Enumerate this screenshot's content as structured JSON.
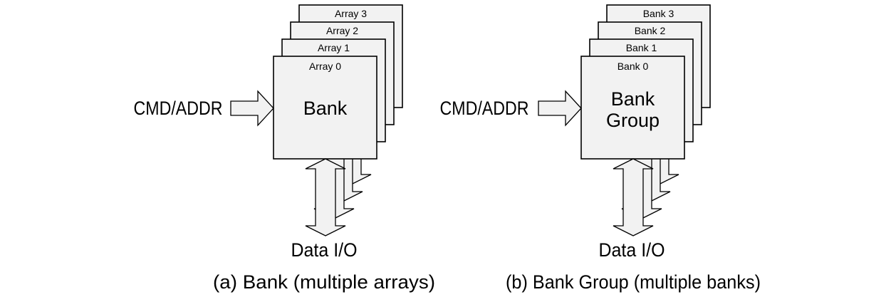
{
  "colors": {
    "background": "#ffffff",
    "shape_fill": "#f2f2f2",
    "shape_stroke": "#000000",
    "text": "#000000"
  },
  "diagram_a": {
    "stack_labels": [
      "Array 0",
      "Array 1",
      "Array 2",
      "Array 3"
    ],
    "front_label": "Bank",
    "input_label": "CMD/ADDR",
    "output_label": "Data I/O",
    "caption": "(a) Bank (multiple arrays)"
  },
  "diagram_b": {
    "stack_labels": [
      "Bank 0",
      "Bank 1",
      "Bank 2",
      "Bank 3"
    ],
    "front_label_lines": [
      "Bank",
      "Group"
    ],
    "input_label": "CMD/ADDR",
    "output_label": "Data I/O",
    "caption": "(b) Bank Group (multiple banks)"
  }
}
